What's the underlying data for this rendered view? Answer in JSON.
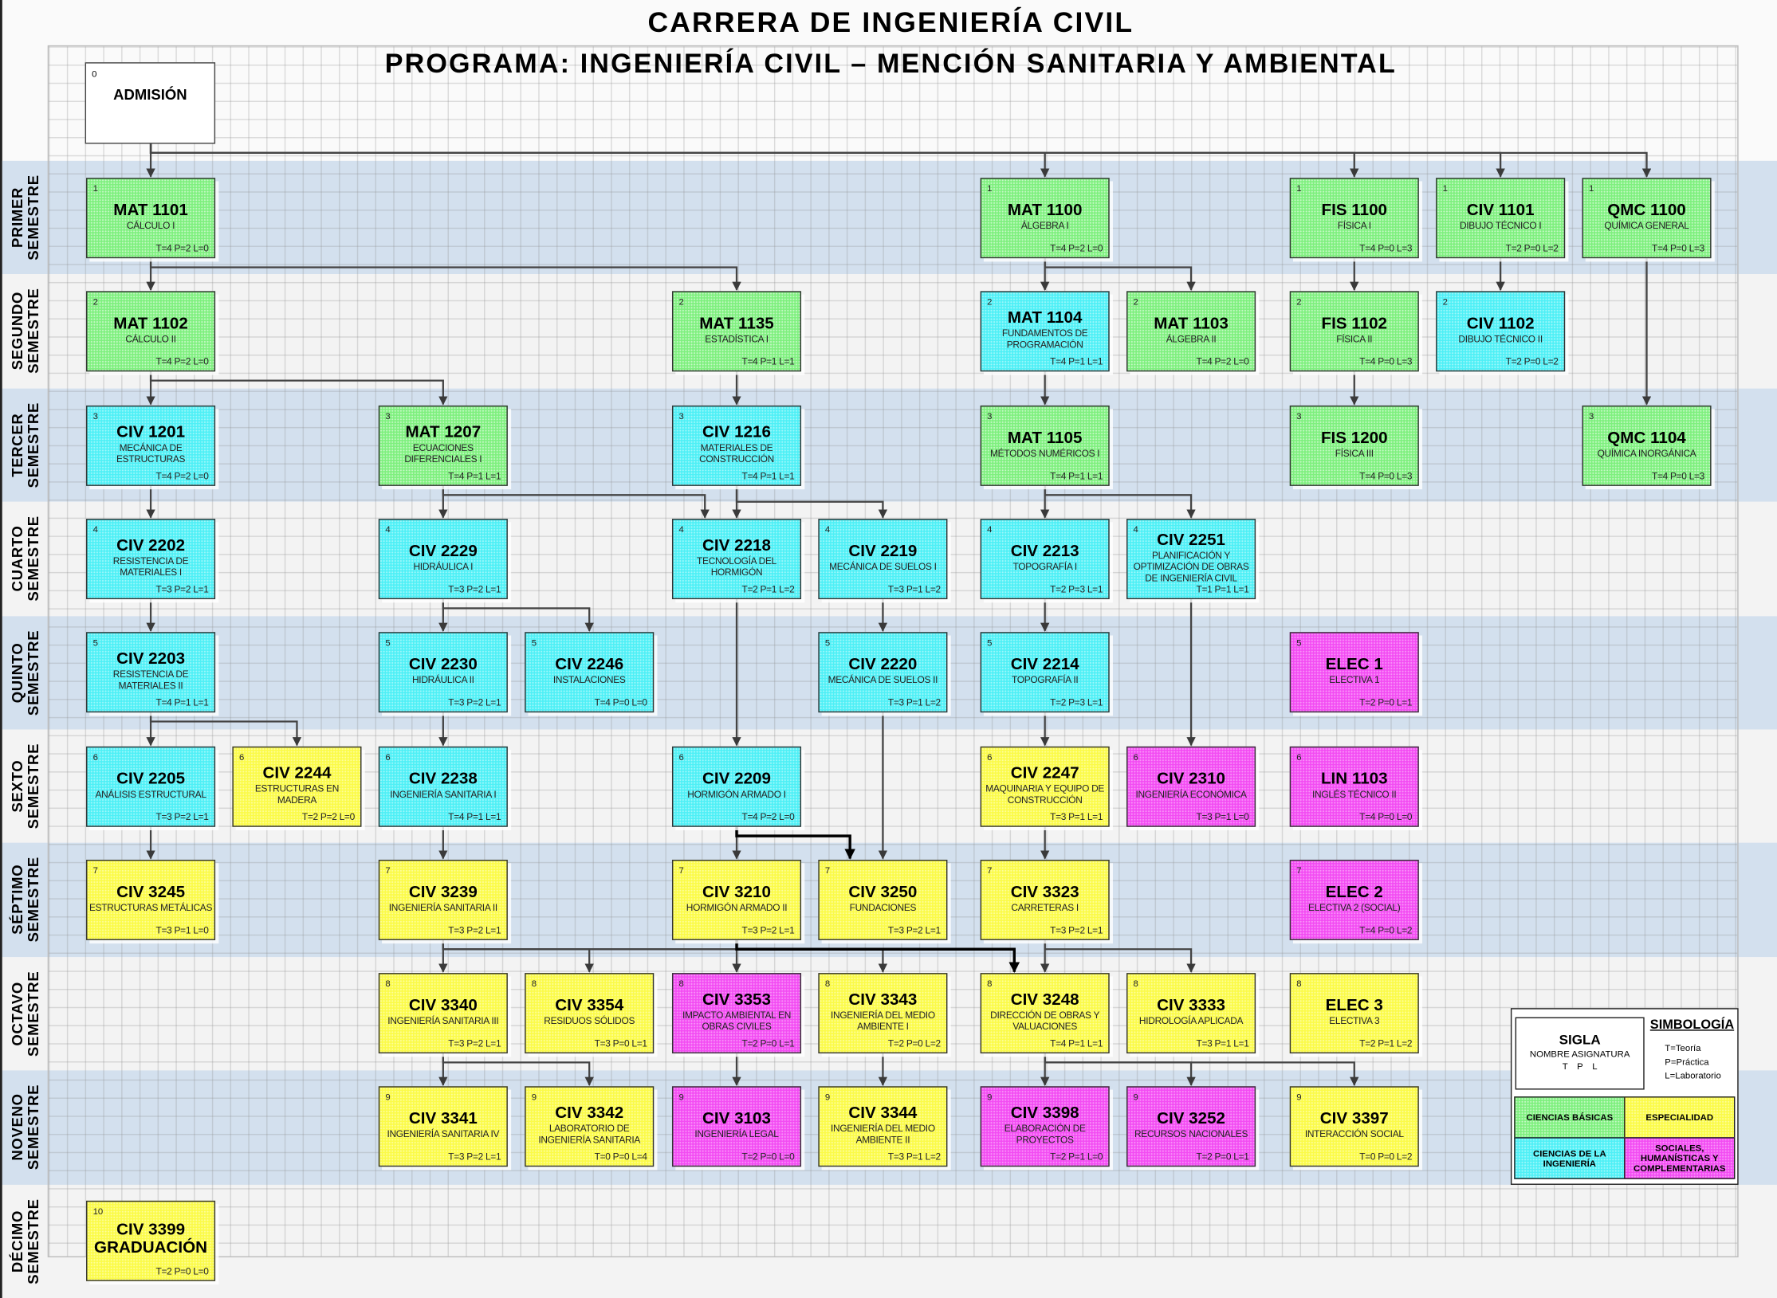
{
  "header": {
    "title": "CARRERA DE INGENIERÍA CIVIL",
    "subtitle": "PROGRAMA: INGENIERÍA CIVIL – MENCIÓN SANITARIA Y AMBIENTAL"
  },
  "admission": {
    "number": "0",
    "label": "ADMISIÓN"
  },
  "semesters": [
    "PRIMER\nSEMESTRE",
    "SEGUNDO\nSEMESTRE",
    "TERCER\nSEMESTRE",
    "CUARTO\nSEMESTRE",
    "QUINTO\nSEMESTRE",
    "SEXTO\nSEMESTRE",
    "SÉPTIMO\nSEMESTRE",
    "OCTAVO\nSEMESTRE",
    "NOVENO\nSEMESTRE",
    "DÉCIMO\nSEMESTRE"
  ],
  "colors": {
    "basicas": "#7ef07e",
    "ingenieria": "#4ef0f6",
    "especialidad": "#fbfb48",
    "sociales": "#f34cf3"
  },
  "courses": [
    {
      "code": "MAT 1101",
      "name": "CÁLCULO I",
      "sem": 1,
      "tpl": "T=4 P=2 L=0",
      "cat": "basicas",
      "prereq": [
        "ADM"
      ]
    },
    {
      "code": "MAT 1100",
      "name": "ÁLGEBRA I",
      "sem": 1,
      "tpl": "T=4 P=2 L=0",
      "cat": "basicas",
      "prereq": [
        "ADM"
      ]
    },
    {
      "code": "FIS 1100",
      "name": "FÍSICA I",
      "sem": 1,
      "tpl": "T=4 P=0 L=3",
      "cat": "basicas",
      "prereq": [
        "ADM"
      ]
    },
    {
      "code": "CIV 1101",
      "name": "DIBUJO TÉCNICO I",
      "sem": 1,
      "tpl": "T=2 P=0 L=2",
      "cat": "basicas",
      "prereq": [
        "ADM"
      ]
    },
    {
      "code": "QMC 1100",
      "name": "QUÍMICA GENERAL",
      "sem": 1,
      "tpl": "T=4 P=0 L=3",
      "cat": "basicas",
      "prereq": [
        "ADM"
      ]
    },
    {
      "code": "MAT 1102",
      "name": "CÁLCULO II",
      "sem": 2,
      "tpl": "T=4 P=2 L=0",
      "cat": "basicas",
      "prereq": [
        "MAT 1101"
      ]
    },
    {
      "code": "MAT 1135",
      "name": "ESTADÍSTICA I",
      "sem": 2,
      "tpl": "T=4 P=1 L=1",
      "cat": "basicas",
      "prereq": [
        "MAT 1101"
      ]
    },
    {
      "code": "MAT 1104",
      "name": "FUNDAMENTOS DE PROGRAMACIÓN",
      "sem": 2,
      "tpl": "T=4 P=1 L=1",
      "cat": "ingenieria",
      "prereq": [
        "MAT 1100"
      ]
    },
    {
      "code": "MAT 1103",
      "name": "ÁLGEBRA II",
      "sem": 2,
      "tpl": "T=4 P=2 L=0",
      "cat": "basicas",
      "prereq": [
        "MAT 1100"
      ]
    },
    {
      "code": "FIS 1102",
      "name": "FÍSICA II",
      "sem": 2,
      "tpl": "T=4 P=0 L=3",
      "cat": "basicas",
      "prereq": [
        "FIS 1100"
      ]
    },
    {
      "code": "CIV 1102",
      "name": "DIBUJO TÉCNICO II",
      "sem": 2,
      "tpl": "T=2 P=0 L=2",
      "cat": "ingenieria",
      "prereq": [
        "CIV 1101"
      ]
    },
    {
      "code": "CIV 1201",
      "name": "MECÁNICA DE ESTRUCTURAS",
      "sem": 3,
      "tpl": "T=4 P=2 L=0",
      "cat": "ingenieria",
      "prereq": [
        "MAT 1102"
      ]
    },
    {
      "code": "MAT 1207",
      "name": "ECUACIONES DIFERENCIALES I",
      "sem": 3,
      "tpl": "T=4 P=1 L=1",
      "cat": "basicas",
      "prereq": [
        "MAT 1102"
      ]
    },
    {
      "code": "CIV 1216",
      "name": "MATERIALES DE CONSTRUCCIÓN",
      "sem": 3,
      "tpl": "T=4 P=1 L=1",
      "cat": "ingenieria",
      "prereq": [
        "MAT 1135"
      ]
    },
    {
      "code": "MAT 1105",
      "name": "MÉTODOS NUMÉRICOS I",
      "sem": 3,
      "tpl": "T=4 P=1 L=1",
      "cat": "basicas",
      "prereq": [
        "MAT 1104"
      ]
    },
    {
      "code": "FIS 1200",
      "name": "FÍSICA III",
      "sem": 3,
      "tpl": "T=4 P=0 L=3",
      "cat": "basicas",
      "prereq": [
        "FIS 1102"
      ]
    },
    {
      "code": "QMC 1104",
      "name": "QUÍMICA INORGÁNICA",
      "sem": 3,
      "tpl": "T=4 P=0 L=3",
      "cat": "basicas",
      "prereq": [
        "QMC 1100"
      ]
    },
    {
      "code": "CIV 2202",
      "name": "RESISTENCIA DE MATERIALES I",
      "sem": 4,
      "tpl": "T=3 P=2 L=1",
      "cat": "ingenieria",
      "prereq": [
        "CIV 1201"
      ]
    },
    {
      "code": "CIV 2229",
      "name": "HIDRÁULICA I",
      "sem": 4,
      "tpl": "T=3 P=2 L=1",
      "cat": "ingenieria",
      "prereq": [
        "MAT 1207"
      ]
    },
    {
      "code": "CIV 2218",
      "name": "TECNOLOGÍA DEL HORMIGÓN",
      "sem": 4,
      "tpl": "T=2 P=1 L=2",
      "cat": "ingenieria",
      "prereq": [
        "MAT 1207",
        "CIV 1216"
      ]
    },
    {
      "code": "CIV 2219",
      "name": "MECÁNICA DE SUELOS I",
      "sem": 4,
      "tpl": "T=3 P=1 L=2",
      "cat": "ingenieria",
      "prereq": [
        "CIV 1216"
      ]
    },
    {
      "code": "CIV 2213",
      "name": "TOPOGRAFÍA I",
      "sem": 4,
      "tpl": "T=2 P=3 L=1",
      "cat": "ingenieria",
      "prereq": [
        "MAT 1105"
      ]
    },
    {
      "code": "CIV 2251",
      "name": "PLANIFICACIÓN Y OPTIMIZACIÓN DE OBRAS DE INGENIERÍA CIVIL",
      "sem": 4,
      "tpl": "T=1 P=1 L=1",
      "cat": "ingenieria",
      "prereq": [
        "MAT 1105"
      ]
    },
    {
      "code": "CIV 2203",
      "name": "RESISTENCIA DE MATERIALES II",
      "sem": 5,
      "tpl": "T=4 P=1 L=1",
      "cat": "ingenieria",
      "prereq": [
        "CIV 2202"
      ]
    },
    {
      "code": "CIV 2230",
      "name": "HIDRÁULICA II",
      "sem": 5,
      "tpl": "T=3 P=2 L=1",
      "cat": "ingenieria",
      "prereq": [
        "CIV 2229"
      ]
    },
    {
      "code": "CIV 2246",
      "name": "INSTALACIONES",
      "sem": 5,
      "tpl": "T=4 P=0 L=0",
      "cat": "ingenieria",
      "prereq": [
        "CIV 2229"
      ]
    },
    {
      "code": "CIV 2220",
      "name": "MECÁNICA DE SUELOS II",
      "sem": 5,
      "tpl": "T=3 P=1 L=2",
      "cat": "ingenieria",
      "prereq": [
        "CIV 2219"
      ]
    },
    {
      "code": "CIV 2214",
      "name": "TOPOGRAFÍA II",
      "sem": 5,
      "tpl": "T=2 P=3 L=1",
      "cat": "ingenieria",
      "prereq": [
        "CIV 2213"
      ]
    },
    {
      "code": "ELEC 1",
      "name": "ELECTIVA 1",
      "sem": 5,
      "tpl": "T=2 P=0 L=1",
      "cat": "sociales",
      "prereq": []
    },
    {
      "code": "CIV 2205",
      "name": "ANÁLISIS ESTRUCTURAL",
      "sem": 6,
      "tpl": "T=3 P=2 L=1",
      "cat": "ingenieria",
      "prereq": [
        "CIV 2203"
      ]
    },
    {
      "code": "CIV 2244",
      "name": "ESTRUCTURAS EN MADERA",
      "sem": 6,
      "tpl": "T=2 P=2 L=0",
      "cat": "especialidad",
      "prereq": [
        "CIV 2203"
      ]
    },
    {
      "code": "CIV 2238",
      "name": "INGENIERÍA SANITARIA I",
      "sem": 6,
      "tpl": "T=4 P=1 L=1",
      "cat": "ingenieria",
      "prereq": [
        "CIV 2230"
      ]
    },
    {
      "code": "CIV 2209",
      "name": "HORMIGÓN ARMADO I",
      "sem": 6,
      "tpl": "T=4 P=2 L=0",
      "cat": "ingenieria",
      "prereq": [
        "CIV 2218"
      ]
    },
    {
      "code": "CIV 2247",
      "name": "MAQUINARIA Y EQUIPO DE CONSTRUCCIÓN",
      "sem": 6,
      "tpl": "T=3 P=1 L=1",
      "cat": "especialidad",
      "prereq": [
        "CIV 2214"
      ]
    },
    {
      "code": "CIV 2310",
      "name": "INGENIERÍA ECONÓMICA",
      "sem": 6,
      "tpl": "T=3 P=1 L=0",
      "cat": "sociales",
      "prereq": [
        "CIV 2251"
      ]
    },
    {
      "code": "LIN 1103",
      "name": "INGLÉS TÉCNICO II",
      "sem": 6,
      "tpl": "T=4 P=0 L=0",
      "cat": "sociales",
      "prereq": []
    },
    {
      "code": "CIV 3245",
      "name": "ESTRUCTURAS METÁLICAS",
      "sem": 7,
      "tpl": "T=3 P=1 L=0",
      "cat": "especialidad",
      "prereq": [
        "CIV 2205"
      ]
    },
    {
      "code": "CIV 3239",
      "name": "INGENIERÍA SANITARIA II",
      "sem": 7,
      "tpl": "T=3 P=2 L=1",
      "cat": "especialidad",
      "prereq": [
        "CIV 2238"
      ]
    },
    {
      "code": "CIV 3210",
      "name": "HORMIGÓN ARMADO II",
      "sem": 7,
      "tpl": "T=3 P=2 L=1",
      "cat": "especialidad",
      "prereq": [
        "CIV 2209"
      ]
    },
    {
      "code": "CIV 3250",
      "name": "FUNDACIONES",
      "sem": 7,
      "tpl": "T=3 P=2 L=1",
      "cat": "especialidad",
      "prereq": [
        "CIV 2209",
        "CIV 2220"
      ]
    },
    {
      "code": "CIV 3323",
      "name": "CARRETERAS I",
      "sem": 7,
      "tpl": "T=3 P=2 L=1",
      "cat": "especialidad",
      "prereq": [
        "CIV 2247"
      ]
    },
    {
      "code": "ELEC 2",
      "name": "ELECTIVA 2 (SOCIAL)",
      "sem": 7,
      "tpl": "T=4 P=0 L=2",
      "cat": "sociales",
      "prereq": []
    },
    {
      "code": "CIV 3340",
      "name": "INGENIERÍA SANITARIA III",
      "sem": 8,
      "tpl": "T=3 P=2 L=1",
      "cat": "especialidad",
      "prereq": [
        "CIV 3239"
      ]
    },
    {
      "code": "CIV 3354",
      "name": "RESIDUOS SÓLIDOS",
      "sem": 8,
      "tpl": "T=3 P=0 L=1",
      "cat": "especialidad",
      "prereq": [
        "CIV 3239"
      ]
    },
    {
      "code": "CIV 3353",
      "name": "IMPACTO AMBIENTAL EN OBRAS CIVILES",
      "sem": 8,
      "tpl": "T=2 P=0 L=1",
      "cat": "sociales",
      "prereq": [
        "CIV 3239"
      ]
    },
    {
      "code": "CIV 3343",
      "name": "INGENIERÍA DEL MEDIO AMBIENTE I",
      "sem": 8,
      "tpl": "T=2 P=0 L=2",
      "cat": "especialidad",
      "prereq": [
        "CIV 3239"
      ]
    },
    {
      "code": "CIV 3248",
      "name": "DIRECCIÓN DE OBRAS Y VALUACIONES",
      "sem": 8,
      "tpl": "T=4 P=1 L=1",
      "cat": "especialidad",
      "prereq": [
        "CIV 3210",
        "CIV 3323"
      ]
    },
    {
      "code": "CIV 3333",
      "name": "HIDROLOGÍA APLICADA",
      "sem": 8,
      "tpl": "T=3 P=1 L=1",
      "cat": "especialidad",
      "prereq": [
        "CIV 3323"
      ]
    },
    {
      "code": "ELEC 3",
      "name": "ELECTIVA 3",
      "sem": 8,
      "tpl": "T=2 P=1 L=2",
      "cat": "especialidad",
      "prereq": []
    },
    {
      "code": "CIV 3341",
      "name": "INGENIERÍA SANITARIA IV",
      "sem": 9,
      "tpl": "T=3 P=2 L=1",
      "cat": "especialidad",
      "prereq": [
        "CIV 3340"
      ]
    },
    {
      "code": "CIV 3342",
      "name": "LABORATORIO DE INGENIERÍA SANITARIA",
      "sem": 9,
      "tpl": "T=0 P=0 L=4",
      "cat": "especialidad",
      "prereq": [
        "CIV 3340"
      ]
    },
    {
      "code": "CIV 3103",
      "name": "INGENIERÍA LEGAL",
      "sem": 9,
      "tpl": "T=2 P=0 L=0",
      "cat": "sociales",
      "prereq": [
        "CIV 3353"
      ]
    },
    {
      "code": "CIV 3344",
      "name": "INGENIERÍA DEL MEDIO AMBIENTE II",
      "sem": 9,
      "tpl": "T=3 P=1 L=2",
      "cat": "especialidad",
      "prereq": [
        "CIV 3343"
      ]
    },
    {
      "code": "CIV 3398",
      "name": "ELABORACIÓN DE PROYECTOS",
      "sem": 9,
      "tpl": "T=2 P=1 L=0",
      "cat": "sociales",
      "prereq": [
        "CIV 3248"
      ]
    },
    {
      "code": "CIV 3252",
      "name": "RECURSOS NACIONALES",
      "sem": 9,
      "tpl": "T=2 P=0 L=1",
      "cat": "sociales",
      "prereq": [
        "CIV 3248"
      ]
    },
    {
      "code": "CIV 3397",
      "name": "INTERACCIÓN SOCIAL",
      "sem": 9,
      "tpl": "T=0 P=0 L=2",
      "cat": "especialidad",
      "prereq": [
        "CIV 3248"
      ]
    },
    {
      "code": "CIV 3399",
      "name": "GRADUACIÓN",
      "sem": 10,
      "tpl": "T=2 P=0 L=0",
      "cat": "especialidad",
      "prereq": []
    }
  ],
  "legend": {
    "sigla": "SIGLA",
    "nombre": "NOMBRE ASIGNATURA",
    "tpl": "T P L",
    "title": "SIMBOLOGÍA",
    "defs": [
      "T=Teoría",
      "P=Práctica",
      "L=Laboratorio"
    ],
    "categories": {
      "basicas": "CIENCIAS BÁSICAS",
      "especialidad": "ESPECIALIDAD",
      "ingenieria": "CIENCIAS DE LA INGENIERÍA",
      "sociales": "SOCIALES, HUMANÍSTICAS Y COMPLEMENTARIAS"
    }
  }
}
